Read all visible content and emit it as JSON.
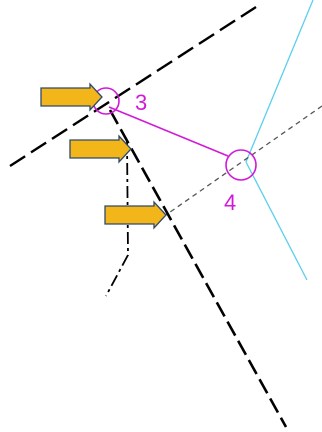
{
  "diagram": {
    "points": [
      {
        "label": "3"
      },
      {
        "label": "4"
      }
    ],
    "arrows": [
      {
        "name": "arrow-top"
      },
      {
        "name": "arrow-middle"
      },
      {
        "name": "arrow-bottom"
      }
    ],
    "colors": {
      "background": "#ffffff",
      "boundary_line": "#000000",
      "thin_dashed_line": "#555555",
      "magenta": "#d11ad8",
      "cyan": "#5ccfec",
      "arrow_fill": "#f2b51a",
      "arrow_stroke": "#2e4a6b"
    }
  }
}
